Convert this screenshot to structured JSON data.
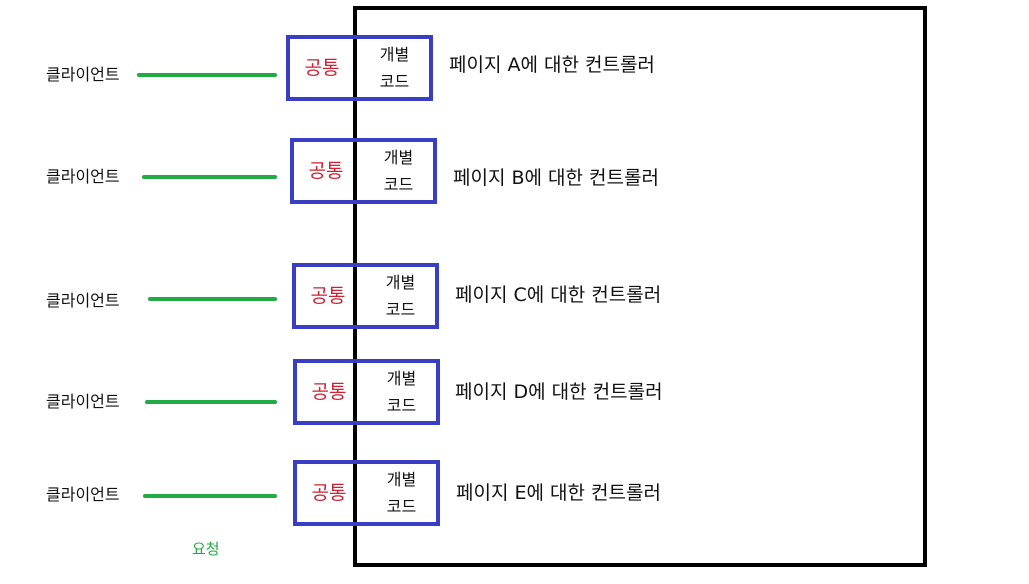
{
  "client_label": "클라이언트",
  "common_label": "공통",
  "individual_label_line1": "개별",
  "individual_label_line2": "코드",
  "request_label": "요청",
  "colors": {
    "line": "#22aa44",
    "box_border": "#3a3ec4",
    "common_text": "#cc2233",
    "frame": "#000000"
  },
  "rows": [
    {
      "controller": "페이지 A에 대한 컨트롤러"
    },
    {
      "controller": "페이지 B에 대한 컨트롤러"
    },
    {
      "controller": "페이지 C에 대한 컨트롤러"
    },
    {
      "controller": "페이지 D에 대한 컨트롤러"
    },
    {
      "controller": "페이지 E에 대한 컨트롤러"
    }
  ]
}
